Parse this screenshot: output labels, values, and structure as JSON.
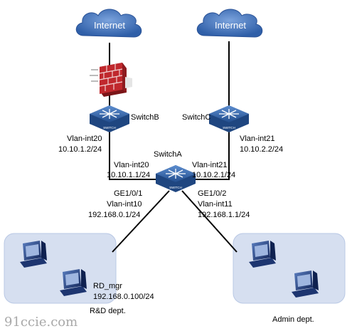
{
  "clouds": {
    "left": "Internet",
    "right": "Internet"
  },
  "switches": {
    "b": {
      "name": "SwitchB",
      "vlan": "Vlan-int20",
      "ip": "10.10.1.2/24"
    },
    "c": {
      "name": "SwitchC",
      "vlan": "Vlan-int21",
      "ip": "10.10.2.2/24"
    },
    "a": {
      "name": "SwitchA",
      "left_vlan": "Vlan-int20",
      "left_ip": "10.10.1.1/24",
      "right_vlan": "Vlan-int21",
      "right_ip": "10.10.2.1/24",
      "port_left": "GE1/0/1",
      "port_left_vlan": "Vlan-int10",
      "port_left_ip": "192.168.0.1/24",
      "port_right": "GE1/0/2",
      "port_right_vlan": "Vlan-int11",
      "port_right_ip": "192.168.1.1/24"
    }
  },
  "device_badge": "SWITCH",
  "hosts": {
    "rd_mgr_name": "RD_mgr",
    "rd_mgr_ip": "192.168.0.100/24"
  },
  "areas": {
    "rd": "R&D dept.",
    "admin": "Admin dept."
  },
  "watermark": "91ccie.com",
  "colors": {
    "cloud": "#3f6fb5",
    "switch": "#2f5f9e",
    "firewall": "#c0282d",
    "area": "#d6dff0",
    "pc": "#1d3570"
  }
}
